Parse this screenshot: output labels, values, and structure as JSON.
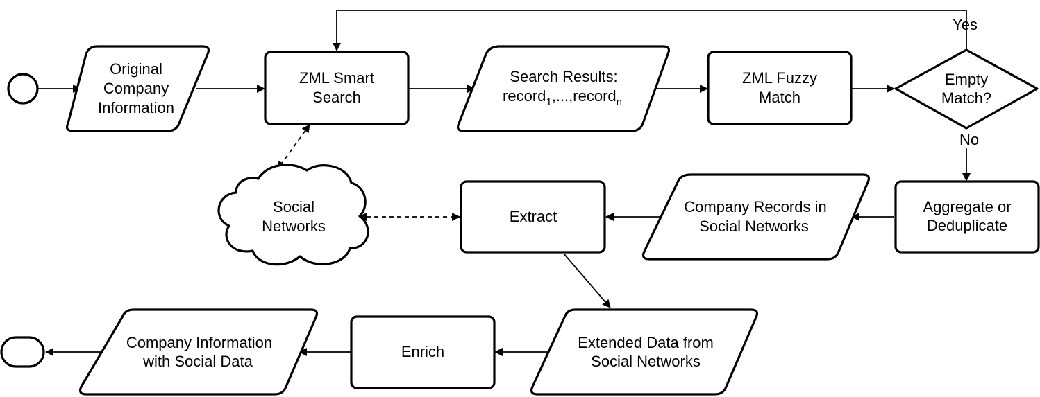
{
  "nodes": {
    "original_info": [
      "Original",
      "Company",
      "Information"
    ],
    "smart_search": [
      "ZML Smart",
      "Search"
    ],
    "search_results": {
      "line1": "Search Results:",
      "line2_parts": [
        "record",
        "1",
        ",...,record",
        "n"
      ]
    },
    "fuzzy_match": [
      "ZML Fuzzy",
      "Match"
    ],
    "empty_match": [
      "Empty",
      "Match?"
    ],
    "aggregate": [
      "Aggregate or",
      "Deduplicate"
    ],
    "company_records": [
      "Company Records in",
      "Social Networks"
    ],
    "extract": [
      "Extract"
    ],
    "social_networks": [
      "Social",
      "Networks"
    ],
    "extended_data": [
      "Extended Data from",
      "Social Networks"
    ],
    "enrich": [
      "Enrich"
    ],
    "company_info_social": [
      "Company Information",
      "with Social Data"
    ]
  },
  "edge_labels": {
    "yes": "Yes",
    "no": "No"
  }
}
